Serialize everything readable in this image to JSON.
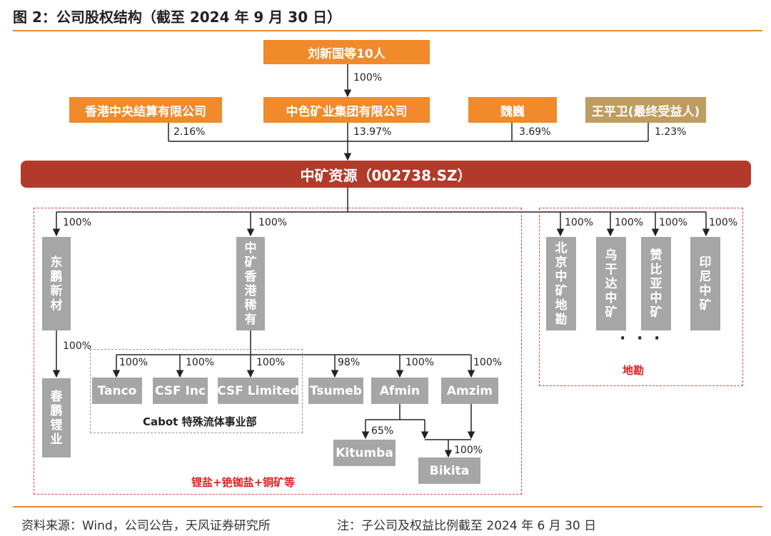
{
  "title": "图 2：公司股权结构（截至 2024 年 9 月 30 日）",
  "footer": {
    "source": "资料来源：Wind，公司公告，天风证券研究所",
    "note": "注：子公司及权益比例截至 2024 年 6 月 30 日"
  },
  "colors": {
    "accent_orange": "#f08a2a",
    "main_red": "#b23a2a",
    "subsidiary_grey": "#a6a6a6",
    "beneficiary_tan": "#bf9c60",
    "region_label_red": "#e02020"
  },
  "shareholders": {
    "top": "刘新国等10人",
    "top_pct": "100%",
    "hkscc": "香港中央结算有限公司",
    "hkscc_pct": "2.16%",
    "zhongse": "中色矿业集团有限公司",
    "zhongse_pct": "13.97%",
    "wei": "魏巍",
    "wei_pct": "3.69%",
    "wang": "王平卫(最终受益人)",
    "wang_pct": "1.23%"
  },
  "company": "中矿资源（002738.SZ）",
  "left_group": {
    "label": "锂盐+铯铷盐+铜矿等",
    "dongpeng": "东鹏新材",
    "dongpeng_pct": "100%",
    "chunpeng": "春鹏锂业",
    "chunpeng_pct": "100%",
    "hk_rare": "中矿香港稀有",
    "hk_rare_pct": "100%",
    "cabot_label": "Cabot 特殊流体事业部",
    "tanco": "Tanco",
    "tanco_pct": "100%",
    "csf_inc": "CSF Inc",
    "csf_inc_pct": "100%",
    "csf_ltd": "CSF Limited",
    "csf_ltd_pct": "100%",
    "tsumeb": "Tsumeb",
    "tsumeb_pct": "98%",
    "afmin": "Afmin",
    "afmin_pct": "100%",
    "amzim": "Amzim",
    "amzim_pct": "100%",
    "kitumba": "Kitumba",
    "kitumba_pct": "65%",
    "bikita": "Bikita",
    "bikita_pct": "100%"
  },
  "right_group": {
    "label": "地勘",
    "more": "· · ·",
    "beijing": "北京中矿地勘",
    "beijing_pct": "100%",
    "uganda": "乌干达中矿",
    "uganda_pct": "100%",
    "zambia": "赞比亚中矿",
    "zambia_pct": "100%",
    "indonesia": "印尼中矿",
    "indonesia_pct": "100%"
  }
}
